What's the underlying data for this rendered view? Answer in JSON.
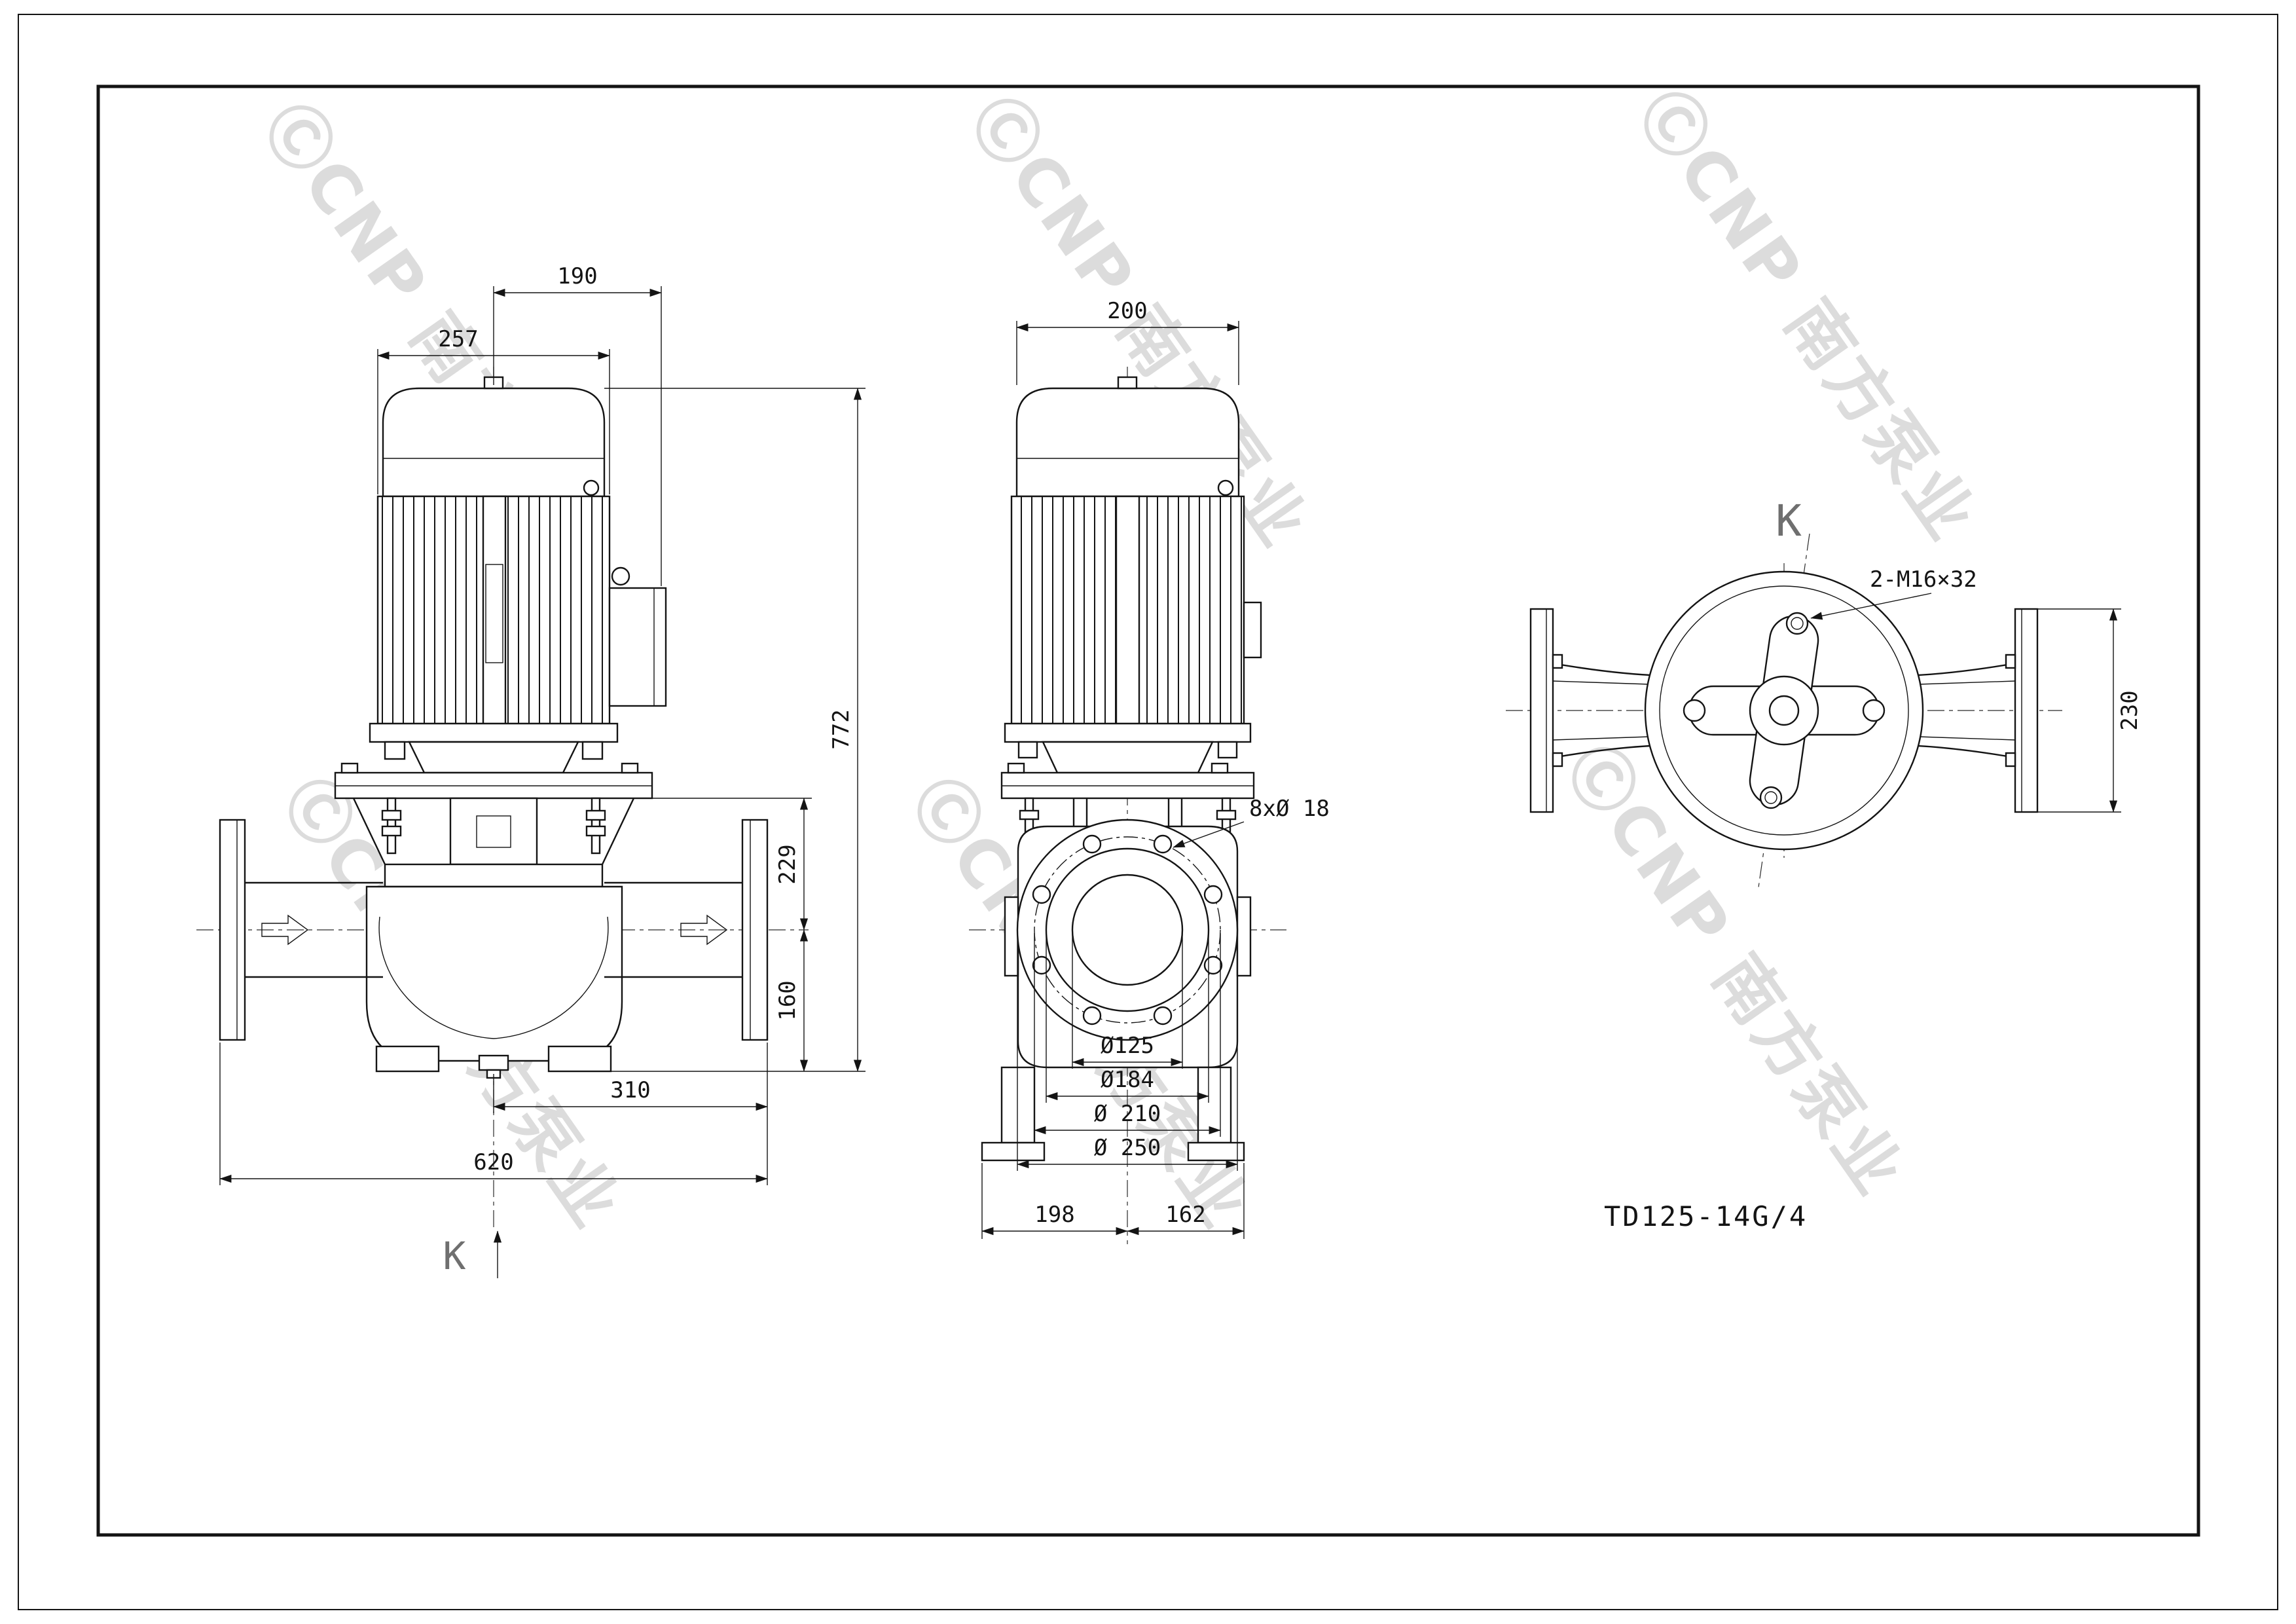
{
  "watermark": {
    "text": "ⒸCNP 南方泵业"
  },
  "title_block": {
    "model": "TD125-14G/4"
  },
  "front_view": {
    "label_k": "K",
    "dim_190": "190",
    "dim_257": "257",
    "dim_772": "772",
    "dim_229": "229",
    "dim_160": "160",
    "dim_310": "310",
    "dim_620": "620"
  },
  "side_view": {
    "dim_200": "200",
    "label_holes": "8xØ 18",
    "dim_d125": "Ø125",
    "dim_d184": "Ø184",
    "dim_d210": "Ø 210",
    "dim_d250": "Ø 250",
    "dim_198": "198",
    "dim_162": "162"
  },
  "top_view": {
    "label_k": "K",
    "label_tap": "2-M16×32",
    "dim_230": "230"
  }
}
